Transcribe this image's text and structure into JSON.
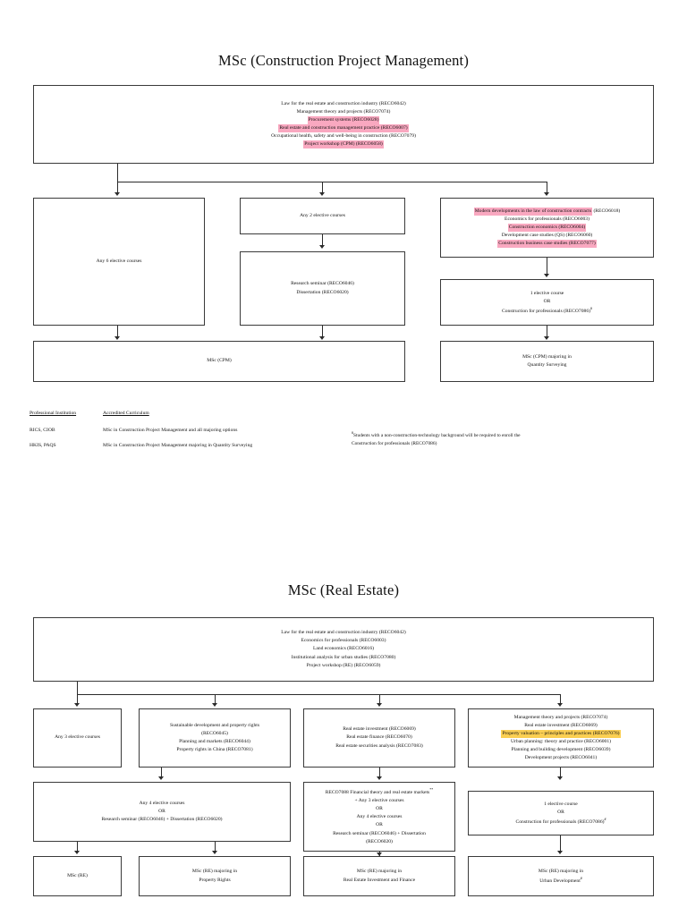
{
  "document": {
    "page_count_visible": 1
  },
  "diagram_cpm": {
    "title": "MSc (Construction Project Management)",
    "core_box": {
      "name": "core-courses",
      "lines": [
        {
          "text": "Law for the real estate and construction industry (RECO6042)",
          "highlight": "none"
        },
        {
          "text": "Management theory and projects (RECO7074)",
          "highlight": "none"
        },
        {
          "text": "Procurement systems (RECO6028)",
          "highlight": "pink"
        },
        {
          "text": "Real estate and construction management practice (RECO6007)",
          "highlight": "pink"
        },
        {
          "text": "Occupational health, safety and well-being in construction (RECO7079)",
          "highlight": "none"
        },
        {
          "text": "Project workshop (CPM) (RECO6058)",
          "highlight": "pink"
        }
      ]
    },
    "branch_left": {
      "name": "any-6-elective-courses",
      "lines": [
        {
          "text": "Any 6 elective courses",
          "highlight": "none"
        }
      ]
    },
    "branch_mid_top": {
      "name": "any-2-elective-courses",
      "lines": [
        {
          "text": "Any 2 elective courses",
          "highlight": "none"
        }
      ]
    },
    "branch_mid_bottom": {
      "name": "research-seminar-dissertation",
      "lines": [
        {
          "text": "Research seminar (RECO6046)",
          "highlight": "none"
        },
        {
          "text": "Dissertation (RECO6020)",
          "highlight": "none"
        }
      ]
    },
    "branch_right_top": {
      "name": "quantity-surveying-courses",
      "lines": [
        {
          "text": "Modern developments in the law of construction contracts",
          "highlight": "pink",
          "suffix": " (RECO6018)"
        },
        {
          "text": "Economics for professionals (RECO6003)",
          "highlight": "none"
        },
        {
          "text": "Construction economics (RECO6004)",
          "highlight": "pink"
        },
        {
          "text": "Development case studies (QS) (RECO6060)",
          "highlight": "none"
        },
        {
          "text": "Construction business case studies (RECO7077)",
          "highlight": "pink"
        }
      ]
    },
    "branch_right_bottom": {
      "name": "one-elective-or-construction-for-professionals",
      "lines": [
        {
          "text": "1 elective course",
          "highlight": "none"
        },
        {
          "text": "OR",
          "highlight": "none"
        },
        {
          "text": "Construction for professionals (RECO7086)",
          "highlight": "none",
          "footnote_marker": "#"
        }
      ]
    },
    "outcome_left": {
      "name": "msc-cpm",
      "lines": [
        {
          "text": "MSc (CPM)",
          "highlight": "none"
        }
      ]
    },
    "outcome_right": {
      "name": "msc-cpm-quantity-surveying",
      "lines": [
        {
          "text": "MSc (CPM) majoring in",
          "highlight": "none"
        },
        {
          "text": "Quantity Surveying",
          "highlight": "none"
        }
      ]
    },
    "legend": {
      "headers": [
        "Professional Institution",
        "Accredited Curriculum"
      ],
      "rows": [
        [
          "RICS, CIOB",
          "MSc in Construction Project Management and all majoring options"
        ],
        [
          "HKIS, PAQS",
          "MSc in Construction Project Management majoring in Quantity Surveying"
        ]
      ]
    },
    "footnote": {
      "marker": "#",
      "line1": "Students with a non-construction-technology background will be required to enroll the",
      "line2": "Construction for professionals (RECO7086)"
    }
  },
  "diagram_re": {
    "title": "MSc (Real Estate)",
    "core_box": {
      "name": "core-courses",
      "lines": [
        {
          "text": "Law for the real estate and construction industry (RECO6042)",
          "highlight": "none"
        },
        {
          "text": "Economics for professionals (RECO6003)",
          "highlight": "none"
        },
        {
          "text": "Land economics (RECO6016)",
          "highlight": "none"
        },
        {
          "text": "Institutional analysis for urban studies (RECO7080)",
          "highlight": "none"
        },
        {
          "text": "Project workshop (RE) (RECO6059)",
          "highlight": "none"
        }
      ]
    },
    "branch_1": {
      "name": "any-3-elective-courses",
      "lines": [
        {
          "text": "Any 3 elective courses",
          "highlight": "none"
        }
      ]
    },
    "branch_2": {
      "name": "property-rights-courses",
      "lines": [
        {
          "text": "Sustainable development and property rights",
          "highlight": "none"
        },
        {
          "text": "(RECO6045)",
          "highlight": "none"
        },
        {
          "text": "Planning and markets (RECO6044)",
          "highlight": "none"
        },
        {
          "text": "Property rights in China (RECO7081)",
          "highlight": "none"
        }
      ]
    },
    "branch_3": {
      "name": "real-estate-investment-courses",
      "lines": [
        {
          "text": "Real estate investment  (RECO6069)",
          "highlight": "none"
        },
        {
          "text": "Real estate finance (RECO6070)",
          "highlight": "none"
        },
        {
          "text": "Real estate securities analysis (RECO7083)",
          "highlight": "none"
        }
      ]
    },
    "branch_4": {
      "name": "urban-development-courses",
      "lines": [
        {
          "text": "Management theory and projects (RECO7074)",
          "highlight": "none"
        },
        {
          "text": "Real estate investment (RECO6069)",
          "highlight": "none"
        },
        {
          "text": "Property valuation – principles and practices (RECO7076)",
          "highlight": "yellow"
        },
        {
          "text": "Urban planning: theory and practice (RECO6001)",
          "highlight": "none"
        },
        {
          "text": "Planning and building development (RECO6039)",
          "highlight": "none"
        },
        {
          "text": "Development projects (RECO6041)",
          "highlight": "none"
        }
      ]
    },
    "mid_1": {
      "name": "any-4-elective-or-seminar-dissertation",
      "lines": [
        {
          "text": "Any 4 elective courses",
          "highlight": "none"
        },
        {
          "text": "OR",
          "highlight": "none"
        },
        {
          "text": "Research seminar (RECO6046) + Dissertation (RECO6020)",
          "highlight": "none"
        }
      ]
    },
    "mid_3": {
      "name": "financial-theory-options",
      "lines": [
        {
          "text": "RECO7088 Financial theory and real estate markets",
          "highlight": "none",
          "footnote_marker": "**"
        },
        {
          "text": "+ Any 3 elective courses",
          "highlight": "none"
        },
        {
          "text": "OR",
          "highlight": "none"
        },
        {
          "text": "Any 4 elective courses",
          "highlight": "none"
        },
        {
          "text": "OR",
          "highlight": "none"
        },
        {
          "text": "Research seminar (RECO6046) + Dissertation",
          "highlight": "none"
        },
        {
          "text": "(RECO6020)",
          "highlight": "none"
        }
      ]
    },
    "mid_4": {
      "name": "one-elective-or-construction-for-professionals",
      "lines": [
        {
          "text": "1 elective course",
          "highlight": "none"
        },
        {
          "text": "OR",
          "highlight": "none"
        },
        {
          "text": "Construction for professionals (RECO7086)",
          "highlight": "none",
          "footnote_marker": "#"
        }
      ]
    },
    "outcome_1": {
      "name": "msc-re",
      "lines": [
        {
          "text": "MSc (RE)",
          "highlight": "none"
        }
      ]
    },
    "outcome_2": {
      "name": "msc-re-property-rights",
      "lines": [
        {
          "text": "MSc (RE) majoring in",
          "highlight": "none"
        },
        {
          "text": "Property Rights",
          "highlight": "none"
        }
      ]
    },
    "outcome_3": {
      "name": "msc-re-real-estate-investment-finance",
      "lines": [
        {
          "text": "MSc (RE) majoring in",
          "highlight": "none"
        },
        {
          "text": "Real Estate Investment and Finance",
          "highlight": "none"
        }
      ]
    },
    "outcome_4": {
      "name": "msc-re-urban-development",
      "lines": [
        {
          "text": "MSc (RE) majoring in",
          "highlight": "none"
        },
        {
          "text": "Urban Development",
          "highlight": "none",
          "footnote_marker": "#"
        }
      ]
    }
  },
  "colors": {
    "highlight_pink": "#f9a8c0",
    "highlight_yellow": "#fbcf52",
    "box_border": "#3a3a3a",
    "connector": "#2b2b2b",
    "text": "#111111",
    "page_background": "#ffffff"
  }
}
